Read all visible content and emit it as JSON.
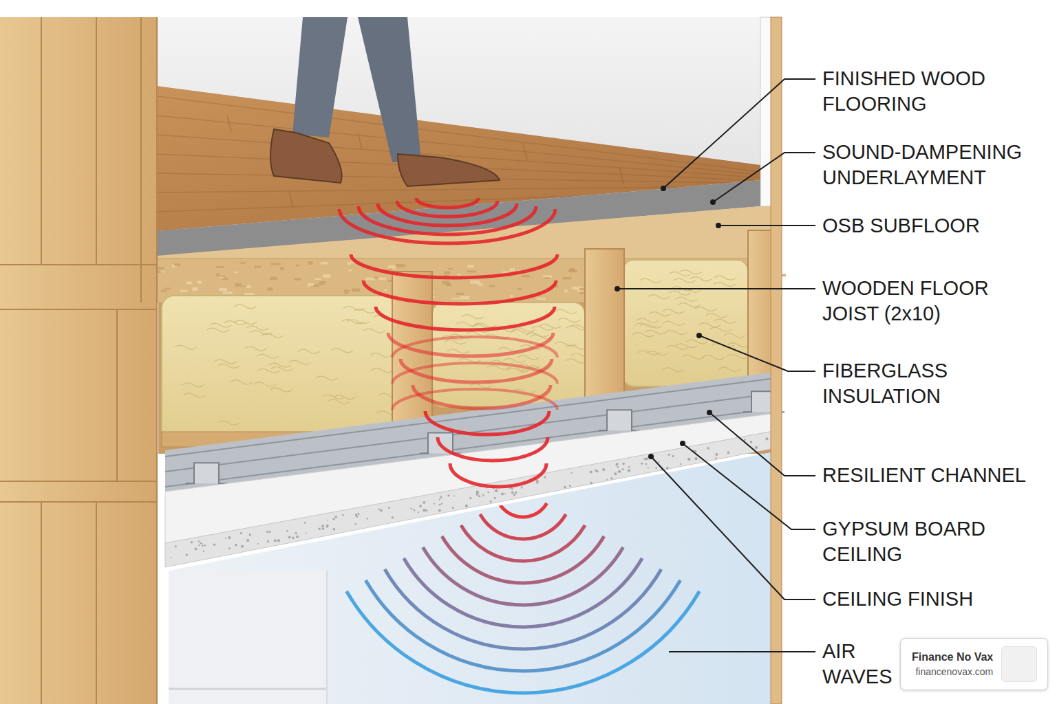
{
  "diagram": {
    "nodes": [
      {
        "text": [
          "Finance No Vax",
          "financenovax.com"
        ]
      }
    ],
    "labels": [
      "FINISHED WOOD FLOORING",
      "SOUND-DAMPENING UNDERLAYMENT",
      "OSB SUBFLOOR",
      "WOODEN FLOOR JOIST (2x10)",
      "FIBERGLASS INSULATION",
      "RESILIENT CHANNEL",
      "GYPSUM BOARD CEILING",
      "CEILING FINISH",
      "AIR WAVES"
    ]
  }
}
